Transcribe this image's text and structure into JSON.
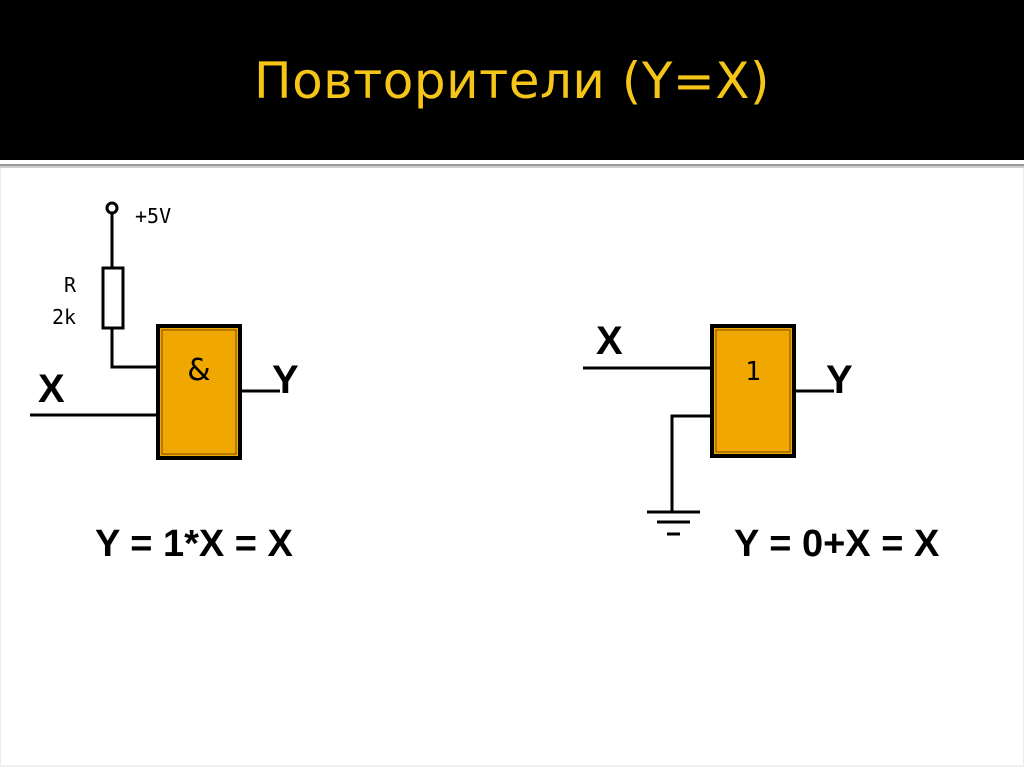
{
  "slide": {
    "title": "Повторители (Y=X)",
    "colors": {
      "header_bg": "#000000",
      "title": "#f5c518",
      "gate_fill": "#f0a800",
      "gate_border": "#000000"
    }
  },
  "left_circuit": {
    "supply_label": "+5V",
    "resistor_name": "R",
    "resistor_value": "2k",
    "gate_symbol": "&",
    "input_label": "X",
    "output_label": "Y",
    "equation": "Y = 1*X = X"
  },
  "right_circuit": {
    "gate_symbol": "1",
    "input_label": "X",
    "output_label": "Y",
    "ground": "ground-icon",
    "equation": "Y = 0+X = X"
  }
}
